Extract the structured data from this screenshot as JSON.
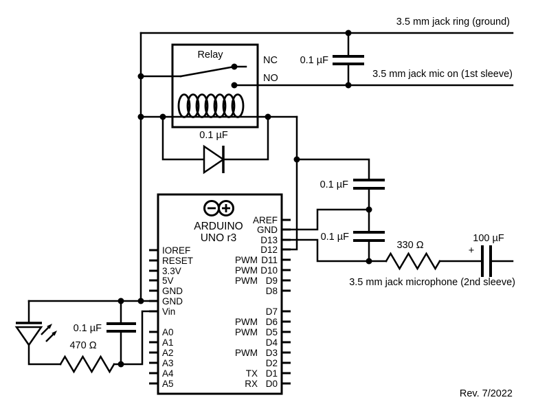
{
  "schematic": {
    "revision": "Rev. 7/2022",
    "jacks": {
      "ring": "3.5 mm jack ring (ground)",
      "mic_on": "3.5 mm jack mic on (1st sleeve)",
      "microphone": "3.5 mm jack microphone (2nd sleeve)"
    },
    "relay": {
      "label": "Relay",
      "nc": "NC",
      "no": "NO",
      "coil_cap": "0.1 µF"
    },
    "capacitors": {
      "jack_filter": "0.1 µF",
      "d12_filter": "0.1 µF",
      "d13_filter": "0.1 µF",
      "power_filter": "0.1 µF",
      "output_electrolytic": "100 µF",
      "electrolytic_plus": "+"
    },
    "resistors": {
      "output": "330 Ω",
      "led": "470 Ω"
    },
    "arduino": {
      "brand": "ARDUINO",
      "model": "UNO r3",
      "left_pins": [
        "IOREF",
        "RESET",
        "3.3V",
        "5V",
        "GND",
        "GND",
        "Vin",
        "A0",
        "A1",
        "A2",
        "A3",
        "A4",
        "A5"
      ],
      "right_pins": [
        "AREF",
        "GND",
        "D13",
        "D12",
        "D11",
        "D10",
        "D9",
        "D8",
        "D7",
        "D6",
        "D5",
        "D4",
        "D3",
        "D2",
        "D1",
        "D0"
      ],
      "right_prefixes": [
        "",
        "",
        "",
        "",
        "PWM",
        "PWM",
        "PWM",
        "",
        "",
        "PWM",
        "PWM",
        "",
        "PWM",
        "",
        "TX",
        "RX"
      ]
    }
  }
}
